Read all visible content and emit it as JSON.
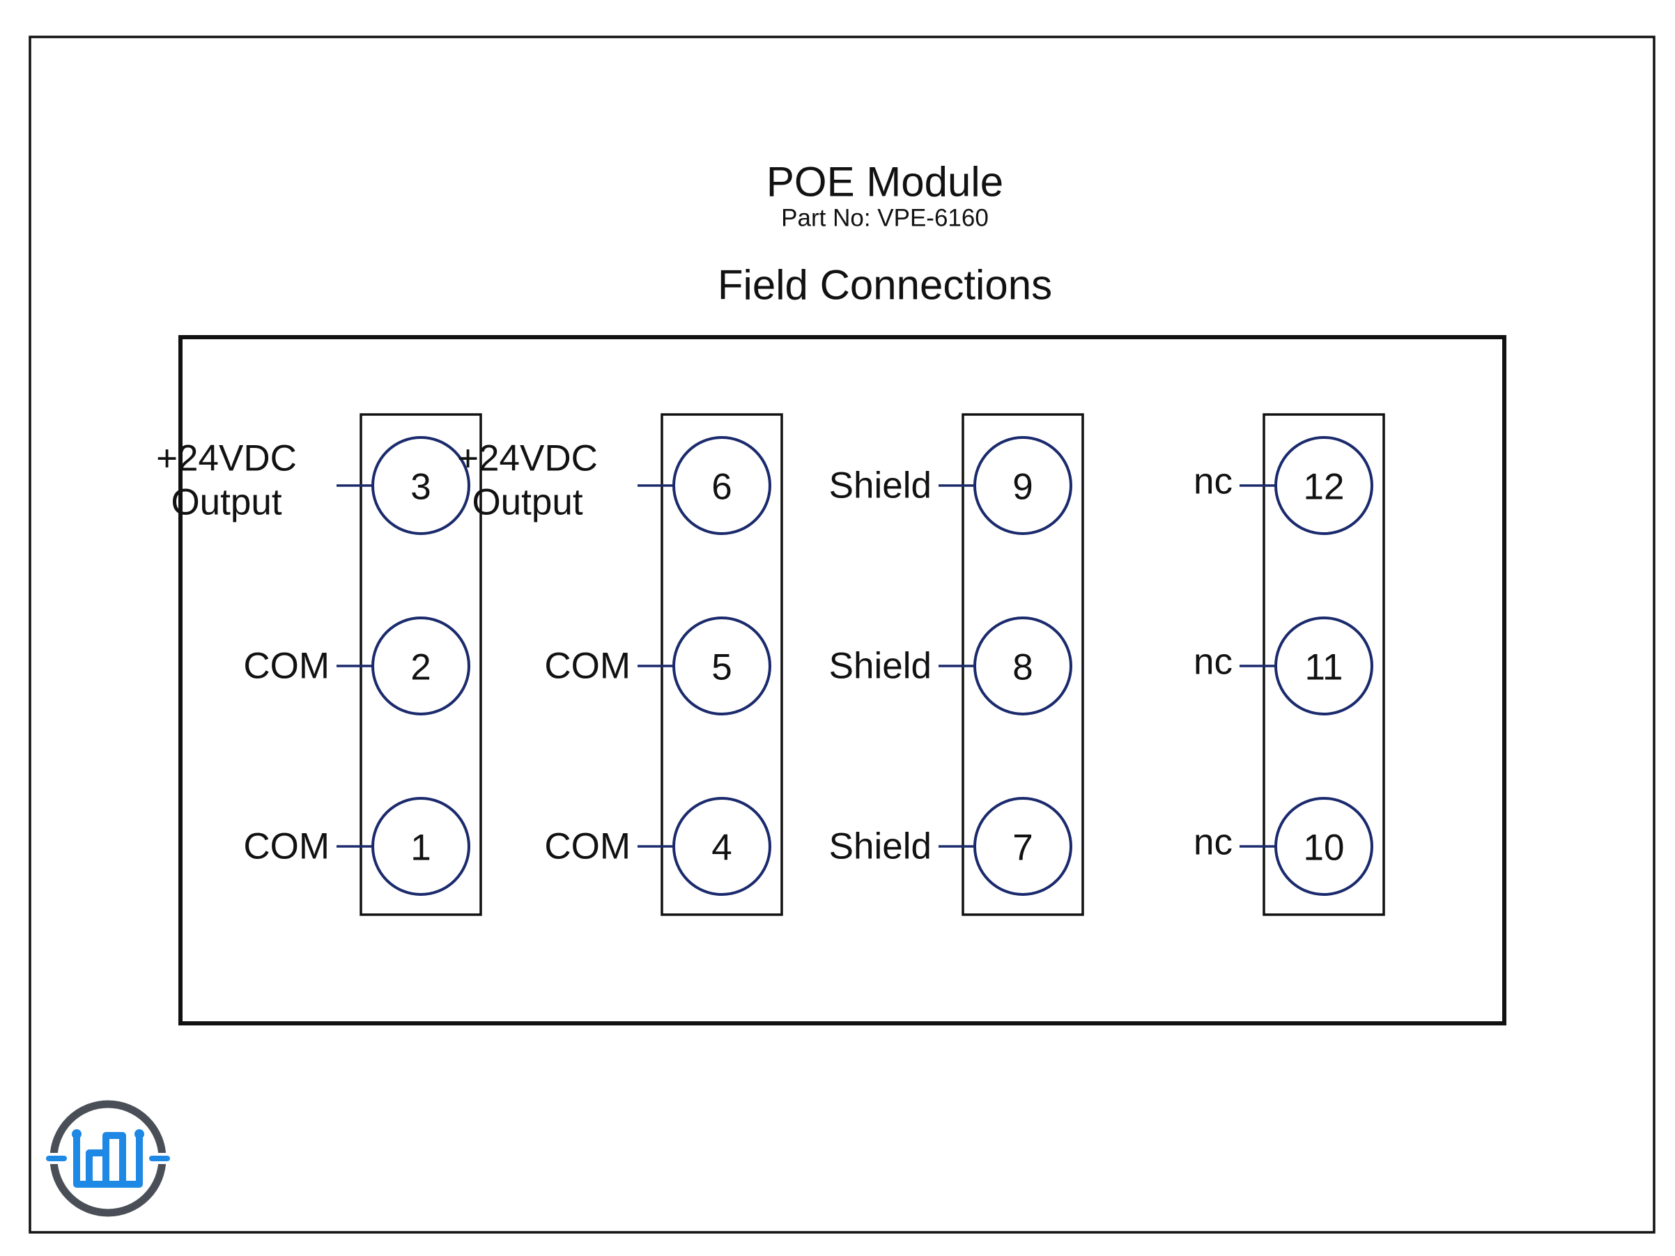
{
  "header": {
    "title": "POE Module",
    "part_no": "Part No: VPE-6160",
    "section": "Field Connections"
  },
  "blocks": [
    {
      "terminals": [
        {
          "number": "3",
          "label": [
            "+24VDC",
            "Output"
          ]
        },
        {
          "number": "2",
          "label": [
            "COM"
          ]
        },
        {
          "number": "1",
          "label": [
            "COM"
          ]
        }
      ]
    },
    {
      "terminals": [
        {
          "number": "6",
          "label": [
            "+24VDC",
            "Output"
          ]
        },
        {
          "number": "5",
          "label": [
            "COM"
          ]
        },
        {
          "number": "4",
          "label": [
            "COM"
          ]
        }
      ]
    },
    {
      "terminals": [
        {
          "number": "9",
          "label": [
            "Shield"
          ]
        },
        {
          "number": "8",
          "label": [
            "Shield"
          ]
        },
        {
          "number": "7",
          "label": [
            "Shield"
          ]
        }
      ]
    },
    {
      "terminals": [
        {
          "number": "12",
          "label": [
            "nc"
          ]
        },
        {
          "number": "11",
          "label": [
            "nc"
          ]
        },
        {
          "number": "10",
          "label": [
            "nc"
          ]
        }
      ]
    }
  ],
  "colors": {
    "terminal_stroke": "#1a2a6c",
    "logo_blue": "#1e88e5",
    "logo_ring": "#4a4f57"
  },
  "logo": {
    "icon": "company-logo-icon"
  }
}
